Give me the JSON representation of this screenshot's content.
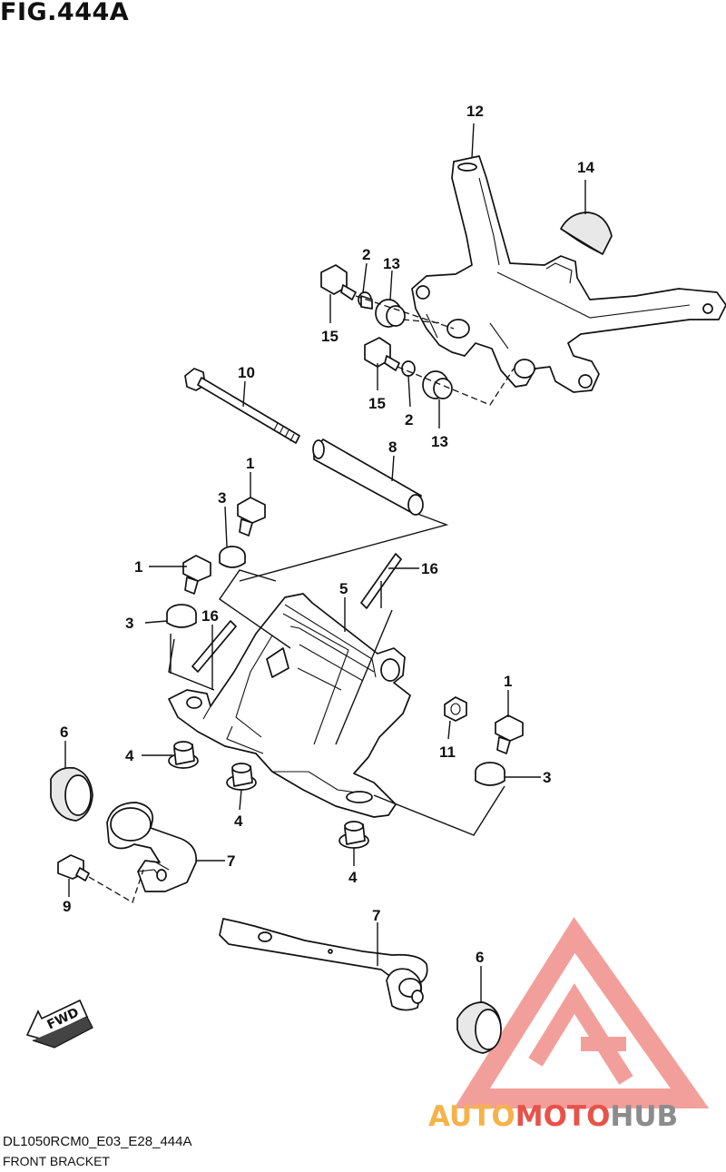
{
  "figure": {
    "title": "FIG.444A",
    "diagram_code": "DL1050RCM0_E03_E28_444A",
    "caption": "FRONT BRACKET"
  },
  "callouts": [
    {
      "id": "c12",
      "label": "12"
    },
    {
      "id": "c14",
      "label": "14"
    },
    {
      "id": "c2a",
      "label": "2"
    },
    {
      "id": "c13a",
      "label": "13"
    },
    {
      "id": "c15a",
      "label": "15"
    },
    {
      "id": "c10",
      "label": "10"
    },
    {
      "id": "c15b",
      "label": "15"
    },
    {
      "id": "c2b",
      "label": "2"
    },
    {
      "id": "c13b",
      "label": "13"
    },
    {
      "id": "c8",
      "label": "8"
    },
    {
      "id": "c1a",
      "label": "1"
    },
    {
      "id": "c3a",
      "label": "3"
    },
    {
      "id": "c1b",
      "label": "1"
    },
    {
      "id": "c16a",
      "label": "16"
    },
    {
      "id": "c5",
      "label": "5"
    },
    {
      "id": "c3b",
      "label": "3"
    },
    {
      "id": "c16b",
      "label": "16"
    },
    {
      "id": "c1c",
      "label": "1"
    },
    {
      "id": "c6a",
      "label": "6"
    },
    {
      "id": "c4a",
      "label": "4"
    },
    {
      "id": "c11",
      "label": "11"
    },
    {
      "id": "c3c",
      "label": "3"
    },
    {
      "id": "c4b",
      "label": "4"
    },
    {
      "id": "c7a",
      "label": "7"
    },
    {
      "id": "c9",
      "label": "9"
    },
    {
      "id": "c4c",
      "label": "4"
    },
    {
      "id": "c7b",
      "label": "7"
    },
    {
      "id": "c6b",
      "label": "6"
    }
  ],
  "fwd_label": "FWD",
  "watermark": {
    "part1": "AUTO",
    "part2": "MOTO",
    "part3": "HUB",
    "color_orange": "#f6b24a",
    "color_red": "#e8524a",
    "color_gray": "#8c8c8c"
  }
}
